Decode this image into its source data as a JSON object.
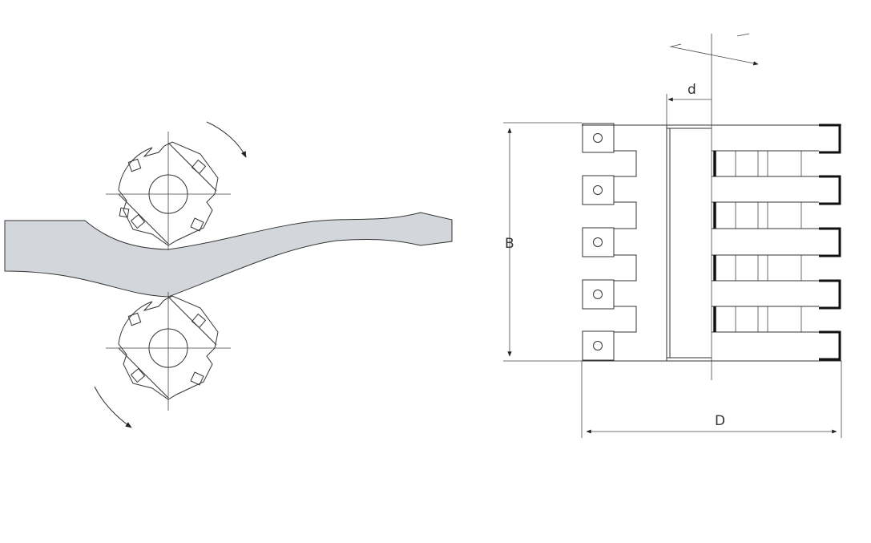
{
  "diagram": {
    "labels": {
      "d": "d",
      "B": "B",
      "D": "D"
    },
    "colors": {
      "line": "#333333",
      "workpiece_fill": "#d3d7dc",
      "background": "#ffffff"
    },
    "cutterhead_teeth": 5
  }
}
